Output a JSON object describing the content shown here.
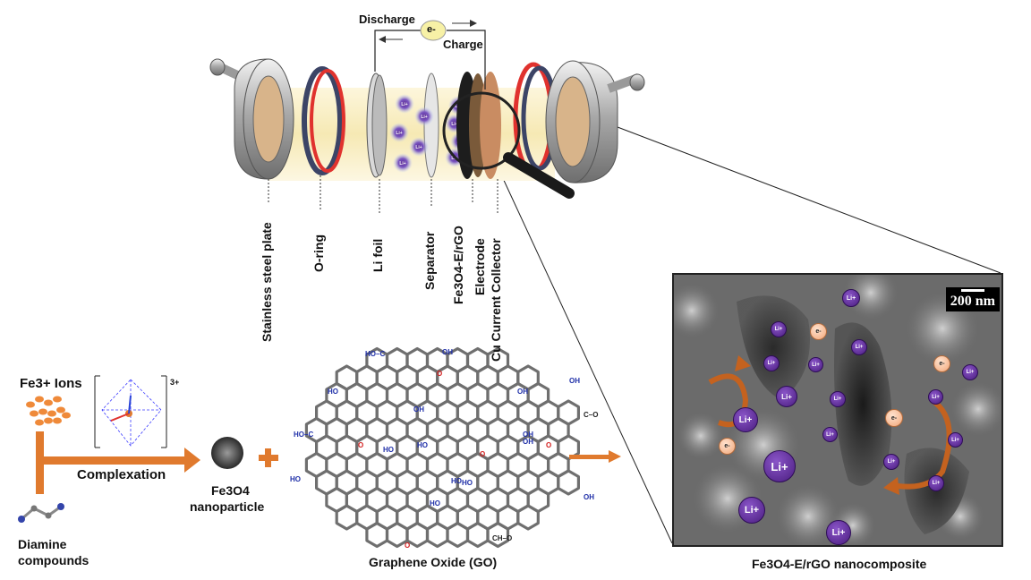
{
  "cell": {
    "discharge": "Discharge",
    "charge": "Charge",
    "electron": "e-"
  },
  "parts": {
    "stainless": "Stainless steel plate",
    "oring": "O-ring",
    "lifoil": "Li foil",
    "separator": "Separator",
    "electrode_line1": "Fe3O4-E/rGO",
    "electrode_line2": "Electrode",
    "cu": "Cu Current Collector"
  },
  "synthesis": {
    "fe_ions": "Fe3+ Ions",
    "charge_3plus": "3+",
    "complexation": "Complexation",
    "diamine_line1": "Diamine",
    "diamine_line2": "compounds",
    "np_line1": "Fe3O4",
    "np_line2": "nanoparticle",
    "go": "Graphene Oxide (GO)"
  },
  "go_groups": [
    "HO–C",
    "OH",
    "HO",
    "O",
    "OH",
    "C–O",
    "HO–C",
    "OH",
    "HO",
    "HO",
    "HO",
    "O",
    "HO",
    "OH",
    "OH",
    "O",
    "HO",
    "CH–O",
    "O",
    "OH",
    "HO",
    "O",
    "OH"
  ],
  "sem": {
    "scale": "200 nm",
    "caption": "Fe3O4-E/rGO nanocomposite",
    "li": "Li+",
    "e": "e-"
  },
  "colors": {
    "arrow_orange": "#e07a2e",
    "ion_purple": "#5b2a92",
    "electron_peach": "#f5b48a",
    "oring_red": "#e0322e"
  }
}
